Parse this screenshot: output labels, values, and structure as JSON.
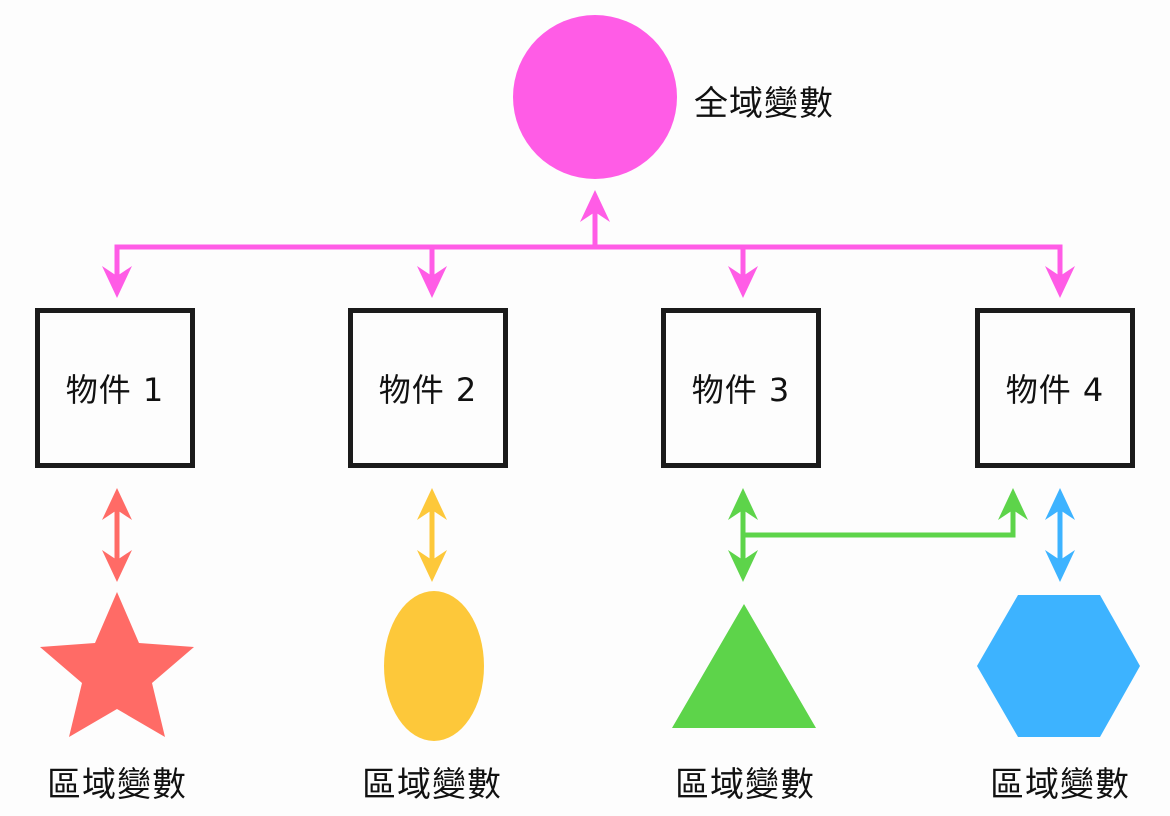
{
  "global": {
    "label": "全域變數",
    "color": "#ff5ce6"
  },
  "objects": [
    {
      "label": "物件 1"
    },
    {
      "label": "物件 2"
    },
    {
      "label": "物件 3"
    },
    {
      "label": "物件 4"
    }
  ],
  "locals": [
    {
      "label": "區域變數",
      "shape": "star",
      "color": "#ff6b66"
    },
    {
      "label": "區域變數",
      "shape": "ellipse",
      "color": "#fdc83a"
    },
    {
      "label": "區域變數",
      "shape": "triangle",
      "color": "#5dd44a"
    },
    {
      "label": "區域變數",
      "shape": "hexagon",
      "color": "#3db3ff"
    }
  ]
}
